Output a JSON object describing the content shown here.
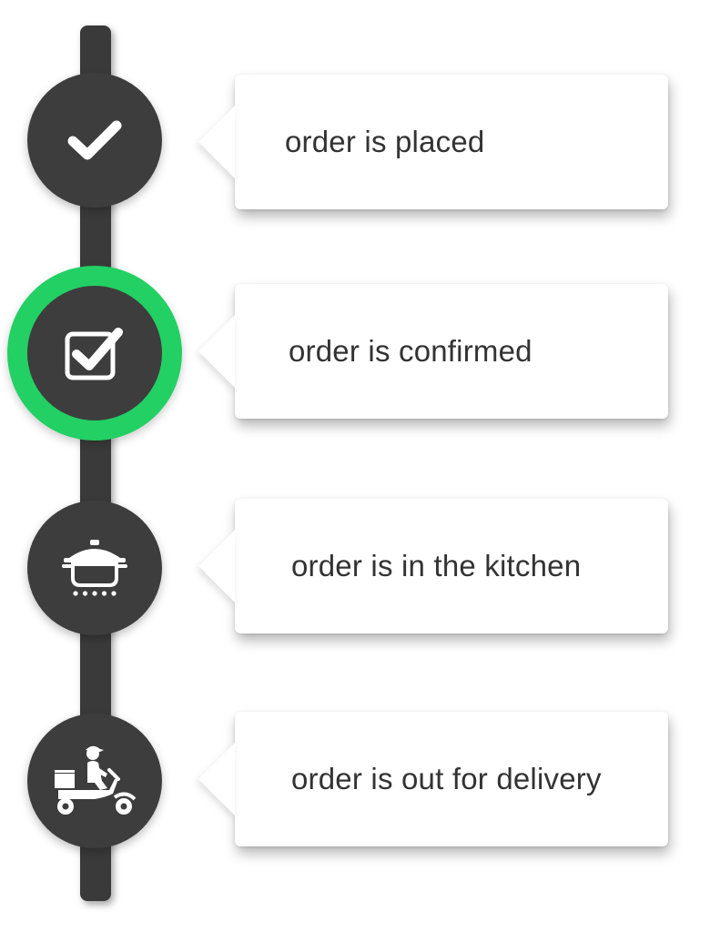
{
  "colors": {
    "accent": "#22d064",
    "node": "#3d3d3d",
    "track": "#3a3a3a",
    "card": "#ffffff",
    "text": "#333333"
  },
  "steps": [
    {
      "label": "order is placed",
      "icon": "checkmark-icon",
      "active": false
    },
    {
      "label": "order is confirmed",
      "icon": "checkbox-checked-icon",
      "active": true
    },
    {
      "label": "order is in the kitchen",
      "icon": "cooking-pot-icon",
      "active": false
    },
    {
      "label": "order is out for delivery",
      "icon": "delivery-scooter-icon",
      "active": false
    }
  ]
}
